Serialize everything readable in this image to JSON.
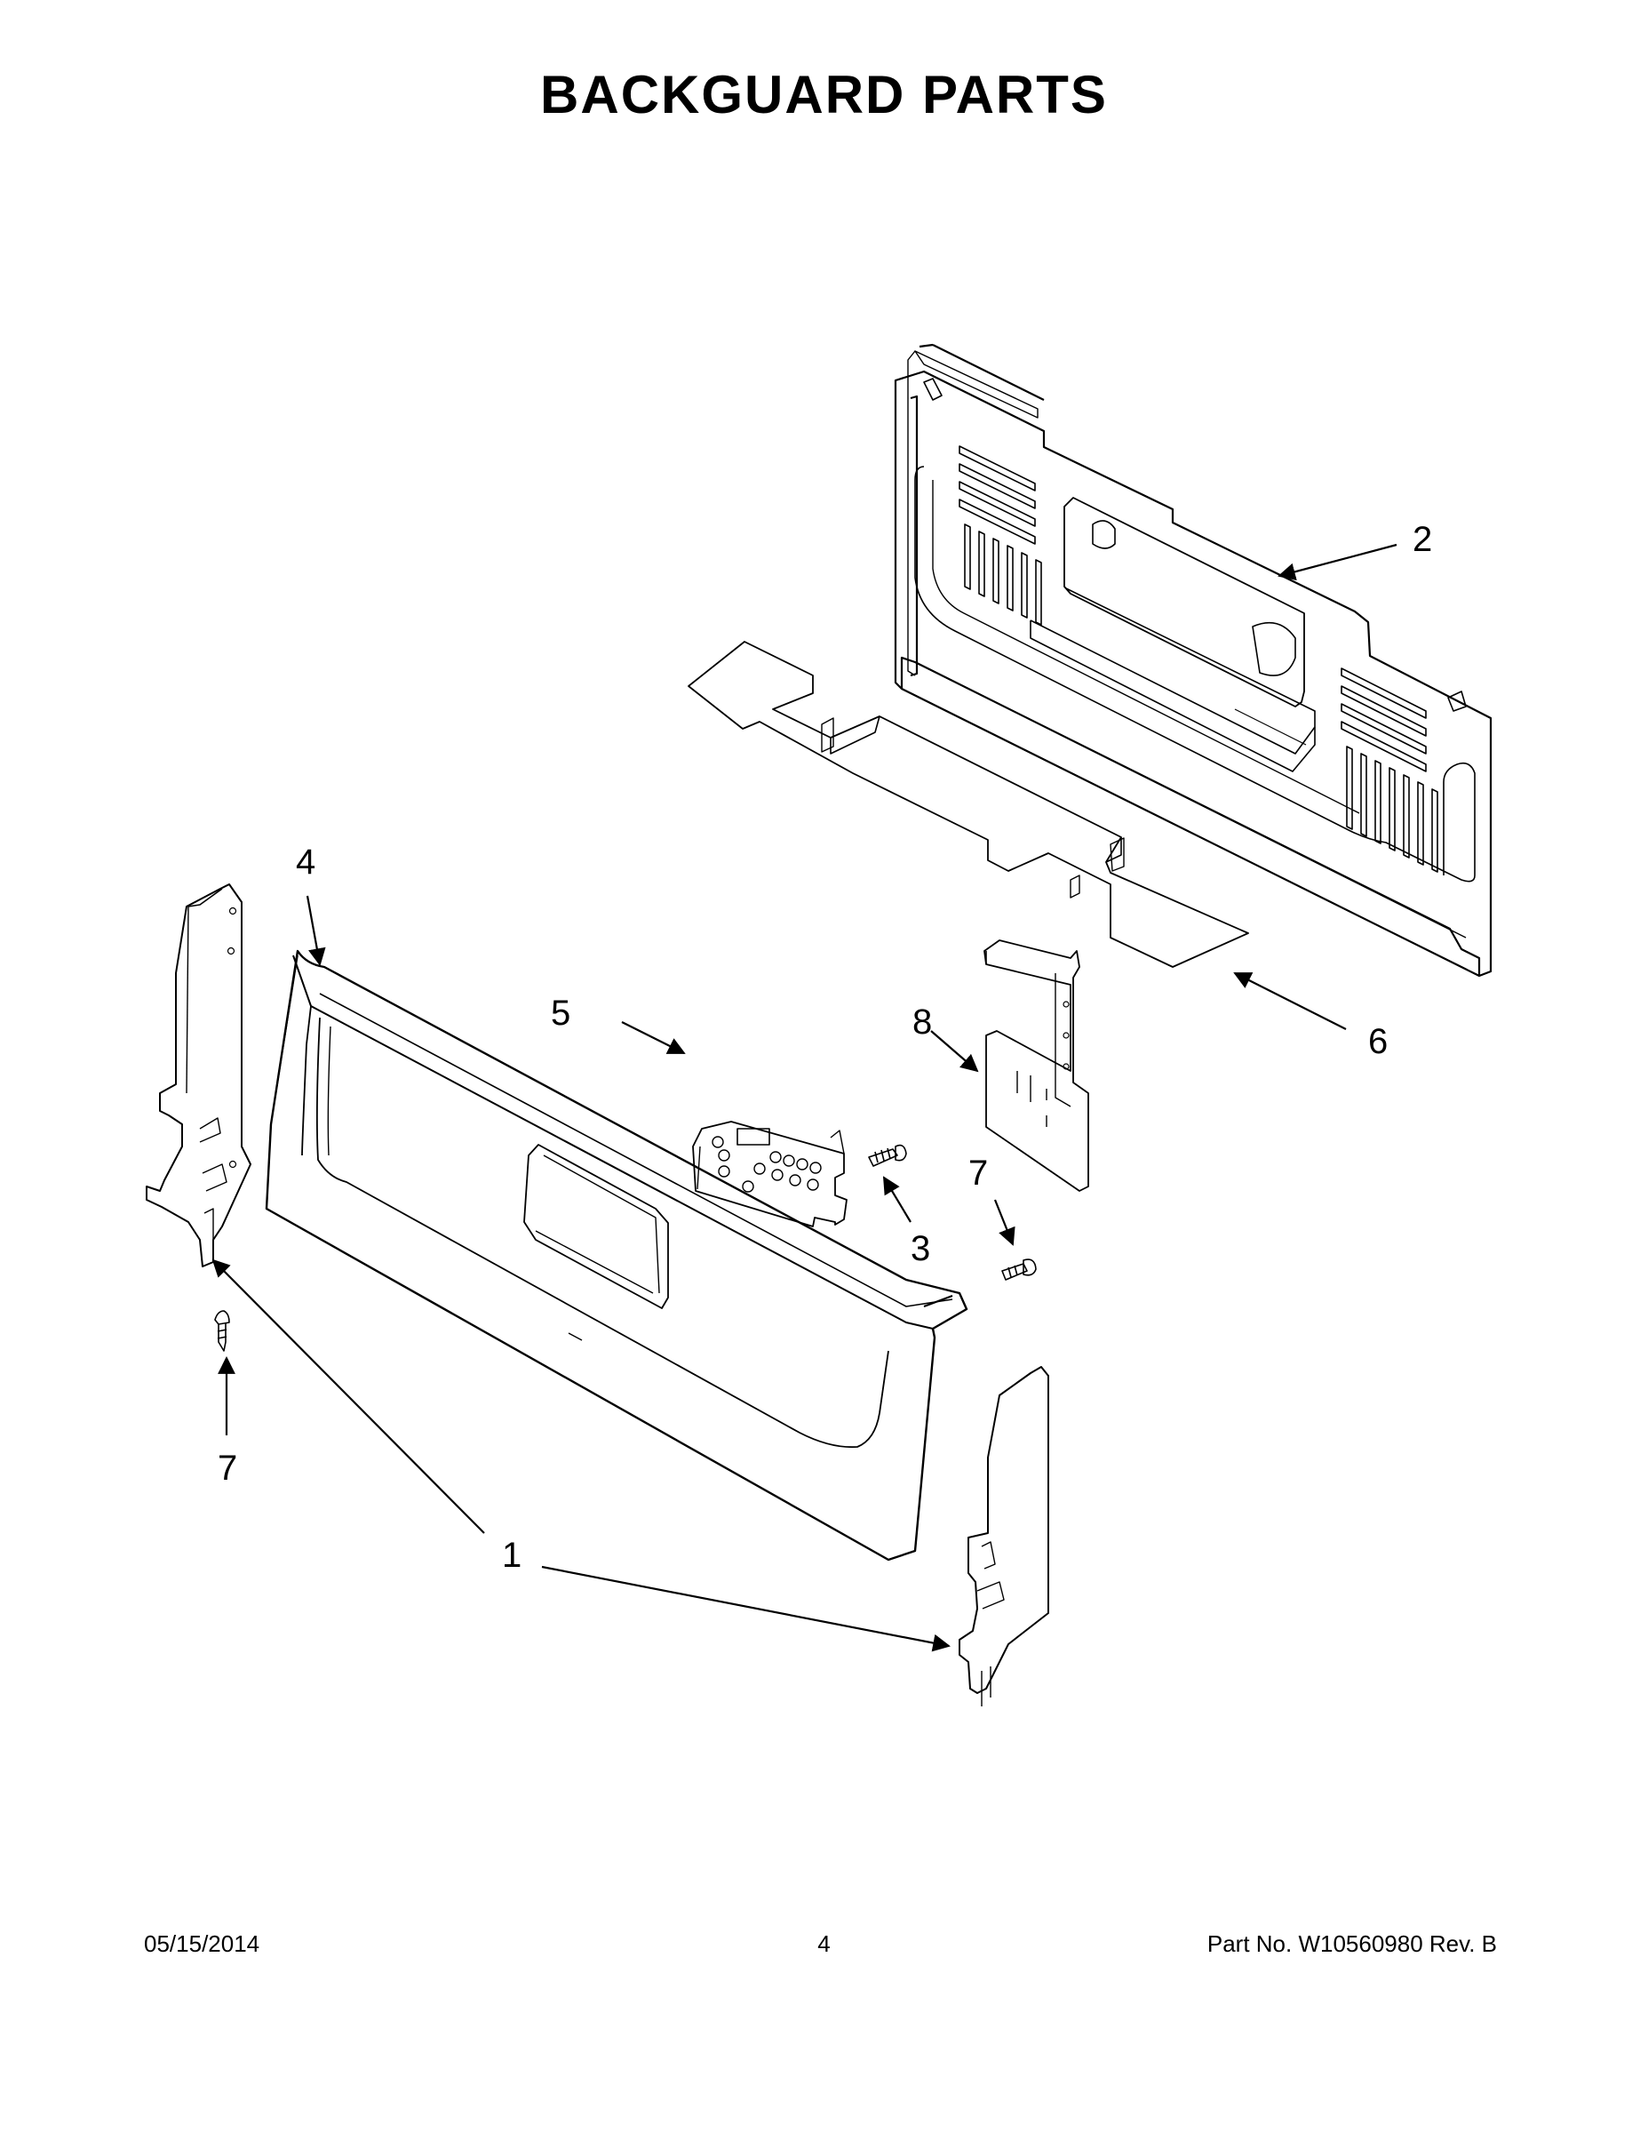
{
  "page": {
    "title": "BACKGUARD PARTS"
  },
  "callouts": {
    "c1": "1",
    "c2": "2",
    "c3": "3",
    "c4": "4",
    "c5": "5",
    "c6": "6",
    "c7_left": "7",
    "c7_right": "7",
    "c8": "8"
  },
  "footer": {
    "date": "05/15/2014",
    "page_number": "4",
    "part_number": "Part No.  W10560980  Rev.  B"
  }
}
